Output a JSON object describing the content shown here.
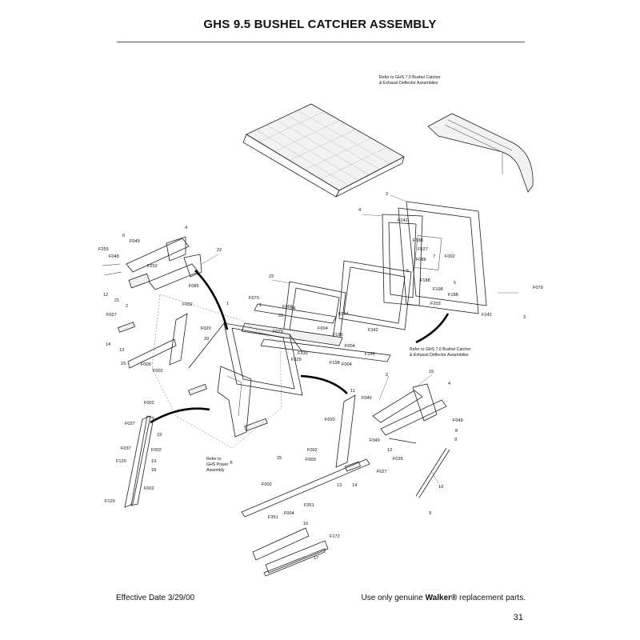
{
  "page": {
    "title": "GHS 9.5 BUSHEL CATCHER ASSEMBLY",
    "effective_date": "Effective Date 3/29/00",
    "footer_prefix": "Use only genuine ",
    "footer_brand": "Walker®",
    "footer_suffix": " replacement parts.",
    "page_number": "31"
  },
  "notes": {
    "ref_top_line1": "Refer to GHS 7.0 Bushel Catcher",
    "ref_top_line2": "& Exhaust Deflector Assemblies",
    "ref_mid_line1": "Refer to GHS 7.0 Bushel Catcher",
    "ref_mid_line2": "& Exhaust Deflector Assemblies",
    "ref_power_line1": "Refer to",
    "ref_power_line2": "GHS Power",
    "ref_power_line3": "Assembly",
    "ref_power_mark": "®"
  },
  "callouts": [
    "2",
    "4",
    "F242",
    "F188",
    "F027",
    "F086",
    "7",
    "F002",
    "5",
    "F188",
    "F198",
    "F188",
    "5",
    "F203",
    "F242",
    "F079",
    "3",
    "6",
    "F049",
    "F255",
    "F048",
    "4",
    "22",
    "F252",
    "12",
    "21",
    "F085",
    "F002",
    "2",
    "F027",
    "14",
    "13",
    "15",
    "F009",
    "F002",
    "F020",
    "20",
    "1",
    "F079",
    "1",
    "F069",
    "24",
    "23",
    "22",
    "F004",
    "F004",
    "F196",
    "F242",
    "F079",
    "F004",
    "F330",
    "F329",
    "F198",
    "F004",
    "F196",
    "11",
    "F049",
    "F020",
    "F002",
    "F037",
    "19",
    "F037",
    "F002",
    "F129",
    "19",
    "18",
    "F002",
    "F129",
    "2",
    "16",
    "4",
    "F049",
    "F049",
    "8",
    "9",
    "12",
    "F035",
    "F002",
    "F009",
    "15",
    "13",
    "14",
    "F027",
    "10",
    "9",
    "F002",
    "F351",
    "F004",
    "F351",
    "16",
    "F172",
    "17"
  ]
}
